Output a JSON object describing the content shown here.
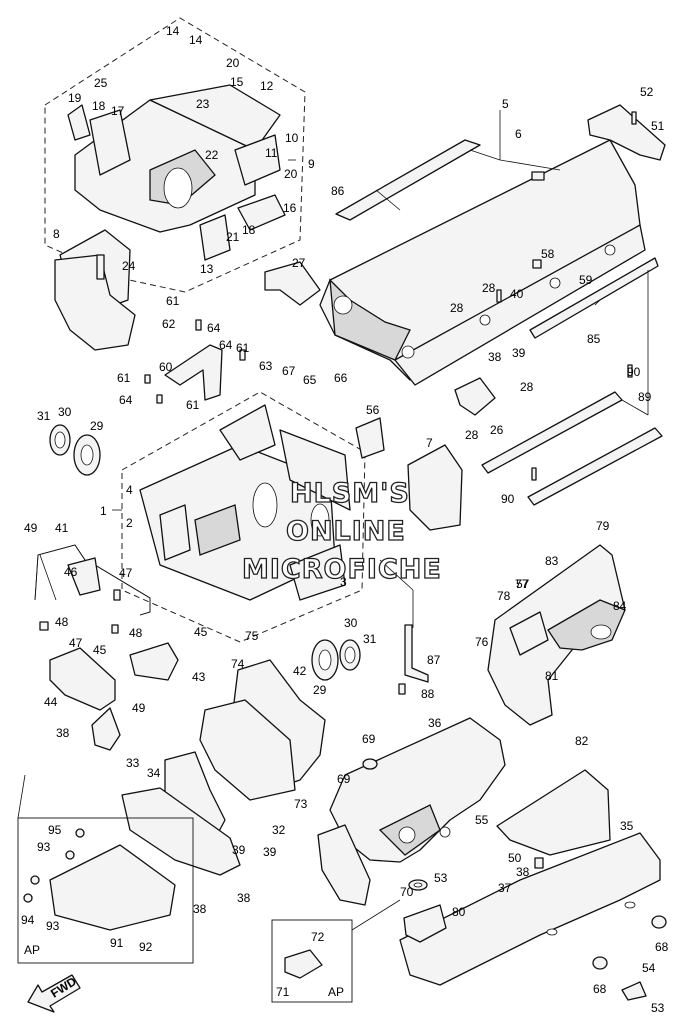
{
  "watermark": {
    "line1": "HLSM'S",
    "line2": "ONLINE",
    "line3": "MICROFICHE"
  },
  "direction_arrow": {
    "label": "FWD"
  },
  "inset_boxes": [
    {
      "label": "AP"
    },
    {
      "label": "AP"
    }
  ],
  "callouts": [
    "1",
    "2",
    "3",
    "4",
    "5",
    "6",
    "7",
    "8",
    "9",
    "10",
    "11",
    "12",
    "13",
    "14",
    "14",
    "15",
    "16",
    "17",
    "18",
    "18",
    "19",
    "20",
    "20",
    "21",
    "22",
    "23",
    "24",
    "25",
    "26",
    "27",
    "28",
    "28",
    "28",
    "28",
    "29",
    "29",
    "30",
    "30",
    "31",
    "31",
    "32",
    "33",
    "34",
    "35",
    "36",
    "37",
    "38",
    "38",
    "38",
    "38",
    "38",
    "39",
    "39",
    "39",
    "40",
    "41",
    "42",
    "43",
    "44",
    "45",
    "45",
    "46",
    "47",
    "47",
    "48",
    "48",
    "49",
    "49",
    "50",
    "51",
    "52",
    "53",
    "53",
    "54",
    "55",
    "56",
    "57",
    "58",
    "59",
    "60",
    "61",
    "61",
    "61",
    "61",
    "62",
    "63",
    "64",
    "64",
    "64",
    "65",
    "66",
    "67",
    "68",
    "68",
    "69",
    "69",
    "70",
    "71",
    "72",
    "73",
    "74",
    "75",
    "76",
    "77",
    "78",
    "79",
    "80",
    "81",
    "82",
    "83",
    "84",
    "85",
    "86",
    "87",
    "88",
    "89",
    "90",
    "90",
    "91",
    "92",
    "93",
    "93",
    "94",
    "95"
  ]
}
